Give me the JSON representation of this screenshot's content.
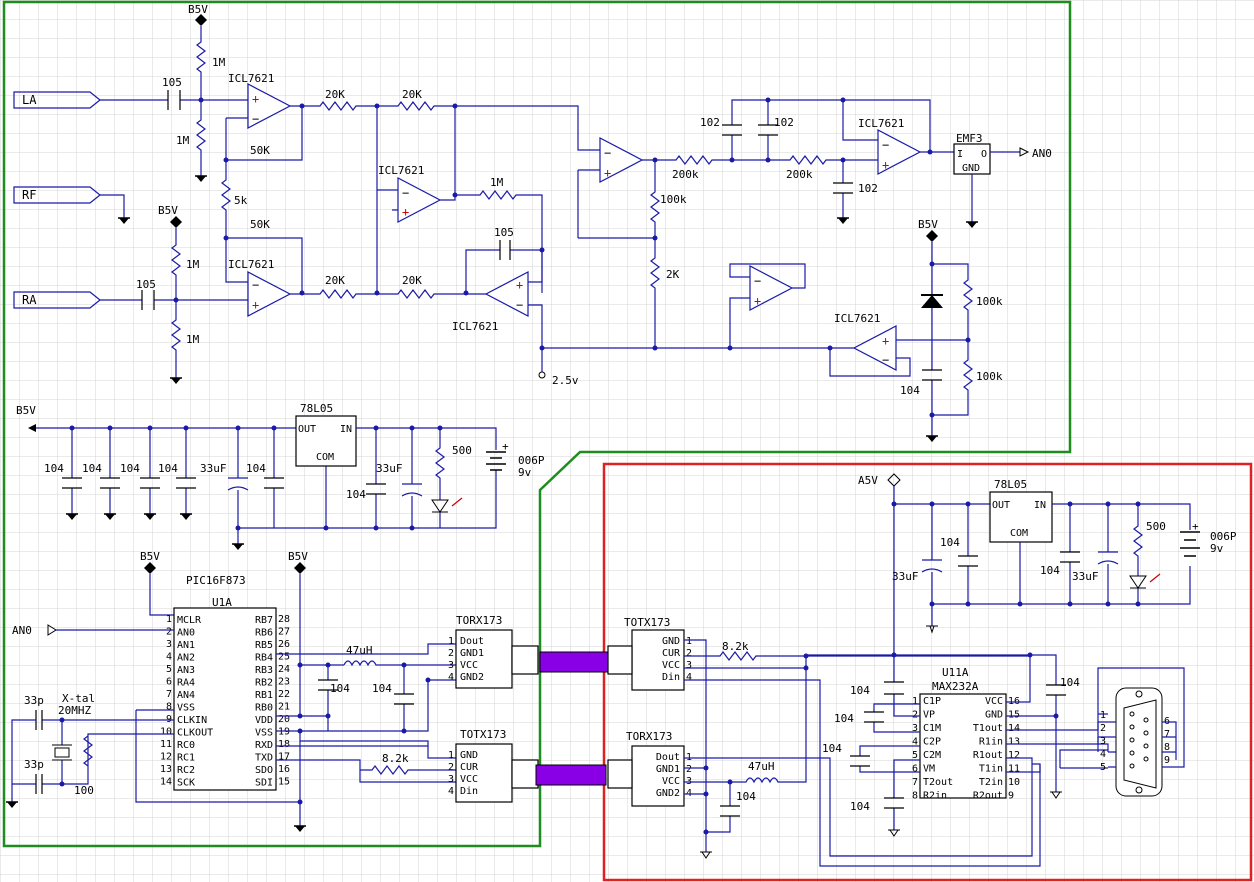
{
  "colors": {
    "grid": "#d4d4d4",
    "wire": "#1a1aa8",
    "green_region": "#1e8c1e",
    "red_region": "#dd2222",
    "fiber": "#8a00e6",
    "opamp_sign": "#cc0000"
  },
  "inputs": {
    "la": "LA",
    "rf": "RF",
    "ra": "RA",
    "an0_in": "AN0"
  },
  "outputs": {
    "an0_out": "AN0"
  },
  "rails": {
    "b5v_1": "B5V",
    "b5v_2": "B5V",
    "b5v_3": "B5V",
    "b5v_4": "B5V",
    "b5v_5": "B5V",
    "b5v_6": "B5V",
    "a5v": "A5V",
    "vref": "2.5v"
  },
  "opamps": {
    "u1": "ICL7621",
    "u2": "ICL7621",
    "u3": "ICL7621",
    "u4": "ICL7621",
    "u5": "ICL7621",
    "u6": "ICL7621"
  },
  "resistors": {
    "r_la_top": "1M",
    "r_la_bot": "1M",
    "r_ra_top": "1M",
    "r_ra_bot": "1M",
    "r_fb1": "50K",
    "r_fb2": "50K",
    "r_gain": "5k",
    "r_20k_1": "20K",
    "r_20k_2": "20K",
    "r_20k_3": "20K",
    "r_20k_4": "20K",
    "r_1m_int": "1M",
    "r_200k_1": "200k",
    "r_200k_2": "200k",
    "r_100k_div": "100k",
    "r_2k": "2K",
    "r_100k_a": "100k",
    "r_100k_b": "100k",
    "r_500_left": "500",
    "r_500_right": "500",
    "r_8k2_left": "8.2k",
    "r_8k2_right": "8.2k",
    "r_100": "100"
  },
  "capacitors": {
    "c_la": "105",
    "c_ra": "105",
    "c_int": "105",
    "c_102_a": "102",
    "c_102_b": "102",
    "c_102_c": "102",
    "c_104_vref": "104",
    "c_104_1": "104",
    "c_104_2": "104",
    "c_104_3": "104",
    "c_104_4": "104",
    "c_104_5": "104",
    "c_33u_1": "33uF",
    "c_104_6": "104",
    "c_33u_2": "33uF",
    "c_xtal_1": "33p",
    "c_xtal_2": "33p",
    "c_104_pic_1": "104",
    "c_104_pic_2": "104",
    "c_33u_r1": "33uF",
    "c_104_r1": "104",
    "c_104_r2": "104",
    "c_33u_r2": "33uF",
    "c_104_m1": "104",
    "c_104_m2": "104",
    "c_104_m3": "104",
    "c_104_m4": "104",
    "c_104_m5": "104",
    "c_104_m6": "104"
  },
  "inductors": {
    "l_left": "47uH",
    "l_right": "47uH"
  },
  "misc": {
    "emf": "EMF3",
    "emf_i": "I",
    "emf_o": "O",
    "emf_gnd": "GND",
    "xtal": "X-tal",
    "xtal_freq": "20MHZ",
    "battery_left": "006P",
    "battery_left_v": "9v",
    "battery_right": "006P",
    "battery_right_v": "9v"
  },
  "regulators": {
    "left": {
      "name": "78L05",
      "out": "OUT",
      "in": "IN",
      "com": "COM"
    },
    "right": {
      "name": "78L05",
      "out": "OUT",
      "in": "IN",
      "com": "COM"
    }
  },
  "pic": {
    "part": "PIC16F873",
    "ref": "U1A",
    "left_pins": [
      {
        "n": "1",
        "name": "MCLR"
      },
      {
        "n": "2",
        "name": "AN0"
      },
      {
        "n": "3",
        "name": "AN1"
      },
      {
        "n": "4",
        "name": "AN2"
      },
      {
        "n": "5",
        "name": "AN3"
      },
      {
        "n": "6",
        "name": "RA4"
      },
      {
        "n": "7",
        "name": "AN4"
      },
      {
        "n": "8",
        "name": "VSS"
      },
      {
        "n": "9",
        "name": "CLKIN"
      },
      {
        "n": "10",
        "name": "CLKOUT"
      },
      {
        "n": "11",
        "name": "RC0"
      },
      {
        "n": "12",
        "name": "RC1"
      },
      {
        "n": "13",
        "name": "RC2"
      },
      {
        "n": "14",
        "name": "SCK"
      }
    ],
    "right_pins": [
      {
        "n": "28",
        "name": "RB7"
      },
      {
        "n": "27",
        "name": "RB6"
      },
      {
        "n": "26",
        "name": "RB5"
      },
      {
        "n": "25",
        "name": "RB4"
      },
      {
        "n": "24",
        "name": "RB3"
      },
      {
        "n": "23",
        "name": "RB2"
      },
      {
        "n": "22",
        "name": "RB1"
      },
      {
        "n": "21",
        "name": "RB0"
      },
      {
        "n": "20",
        "name": "VDD"
      },
      {
        "n": "19",
        "name": "VSS"
      },
      {
        "n": "18",
        "name": "RXD"
      },
      {
        "n": "17",
        "name": "TXD"
      },
      {
        "n": "16",
        "name": "SDO"
      },
      {
        "n": "15",
        "name": "SDI"
      }
    ]
  },
  "torx_left": {
    "part": "TORX173",
    "pins": [
      {
        "n": "1",
        "name": "Dout"
      },
      {
        "n": "2",
        "name": "GND1"
      },
      {
        "n": "3",
        "name": "VCC"
      },
      {
        "n": "4",
        "name": "GND2"
      }
    ]
  },
  "totx_left": {
    "part": "TOTX173",
    "pins": [
      {
        "n": "1",
        "name": "GND"
      },
      {
        "n": "2",
        "name": "CUR"
      },
      {
        "n": "3",
        "name": "VCC"
      },
      {
        "n": "4",
        "name": "Din"
      }
    ]
  },
  "totx_right": {
    "part": "TOTX173",
    "pins": [
      {
        "n": "1",
        "name": "GND"
      },
      {
        "n": "2",
        "name": "CUR"
      },
      {
        "n": "3",
        "name": "VCC"
      },
      {
        "n": "4",
        "name": "Din"
      }
    ]
  },
  "torx_right": {
    "part": "TORX173",
    "pins": [
      {
        "n": "1",
        "name": "Dout"
      },
      {
        "n": "2",
        "name": "GND1"
      },
      {
        "n": "3",
        "name": "VCC"
      },
      {
        "n": "4",
        "name": "GND2"
      }
    ]
  },
  "max232": {
    "ref": "U11A",
    "part": "MAX232A",
    "left_pins": [
      {
        "n": "1",
        "name": "C1P"
      },
      {
        "n": "2",
        "name": "VP"
      },
      {
        "n": "3",
        "name": "C1M"
      },
      {
        "n": "4",
        "name": "C2P"
      },
      {
        "n": "5",
        "name": "C2M"
      },
      {
        "n": "6",
        "name": "VM"
      },
      {
        "n": "7",
        "name": "T2out"
      },
      {
        "n": "8",
        "name": "R2in"
      }
    ],
    "right_pins": [
      {
        "n": "16",
        "name": "VCC"
      },
      {
        "n": "15",
        "name": "GND"
      },
      {
        "n": "14",
        "name": "T1out"
      },
      {
        "n": "13",
        "name": "R1in"
      },
      {
        "n": "12",
        "name": "R1out"
      },
      {
        "n": "11",
        "name": "T1in"
      },
      {
        "n": "10",
        "name": "T2in"
      },
      {
        "n": "9",
        "name": "R2out"
      }
    ]
  },
  "db9": {
    "left_pins": [
      "1",
      "2",
      "3",
      "4",
      "5"
    ],
    "right_pins": [
      "6",
      "7",
      "8",
      "9"
    ]
  }
}
